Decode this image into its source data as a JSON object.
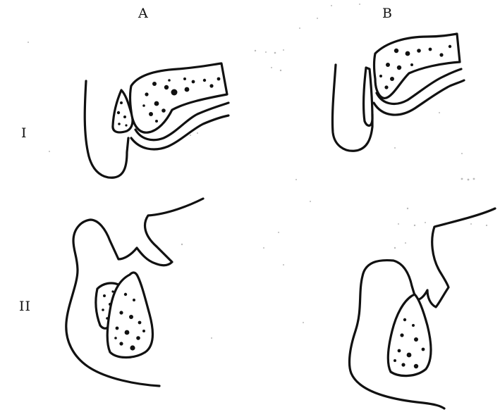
{
  "columns": {
    "a": "A",
    "b": "B"
  },
  "rows": {
    "one": "I",
    "two": "II"
  },
  "colors": {
    "ink": "#111111",
    "paper": "#ffffff"
  }
}
